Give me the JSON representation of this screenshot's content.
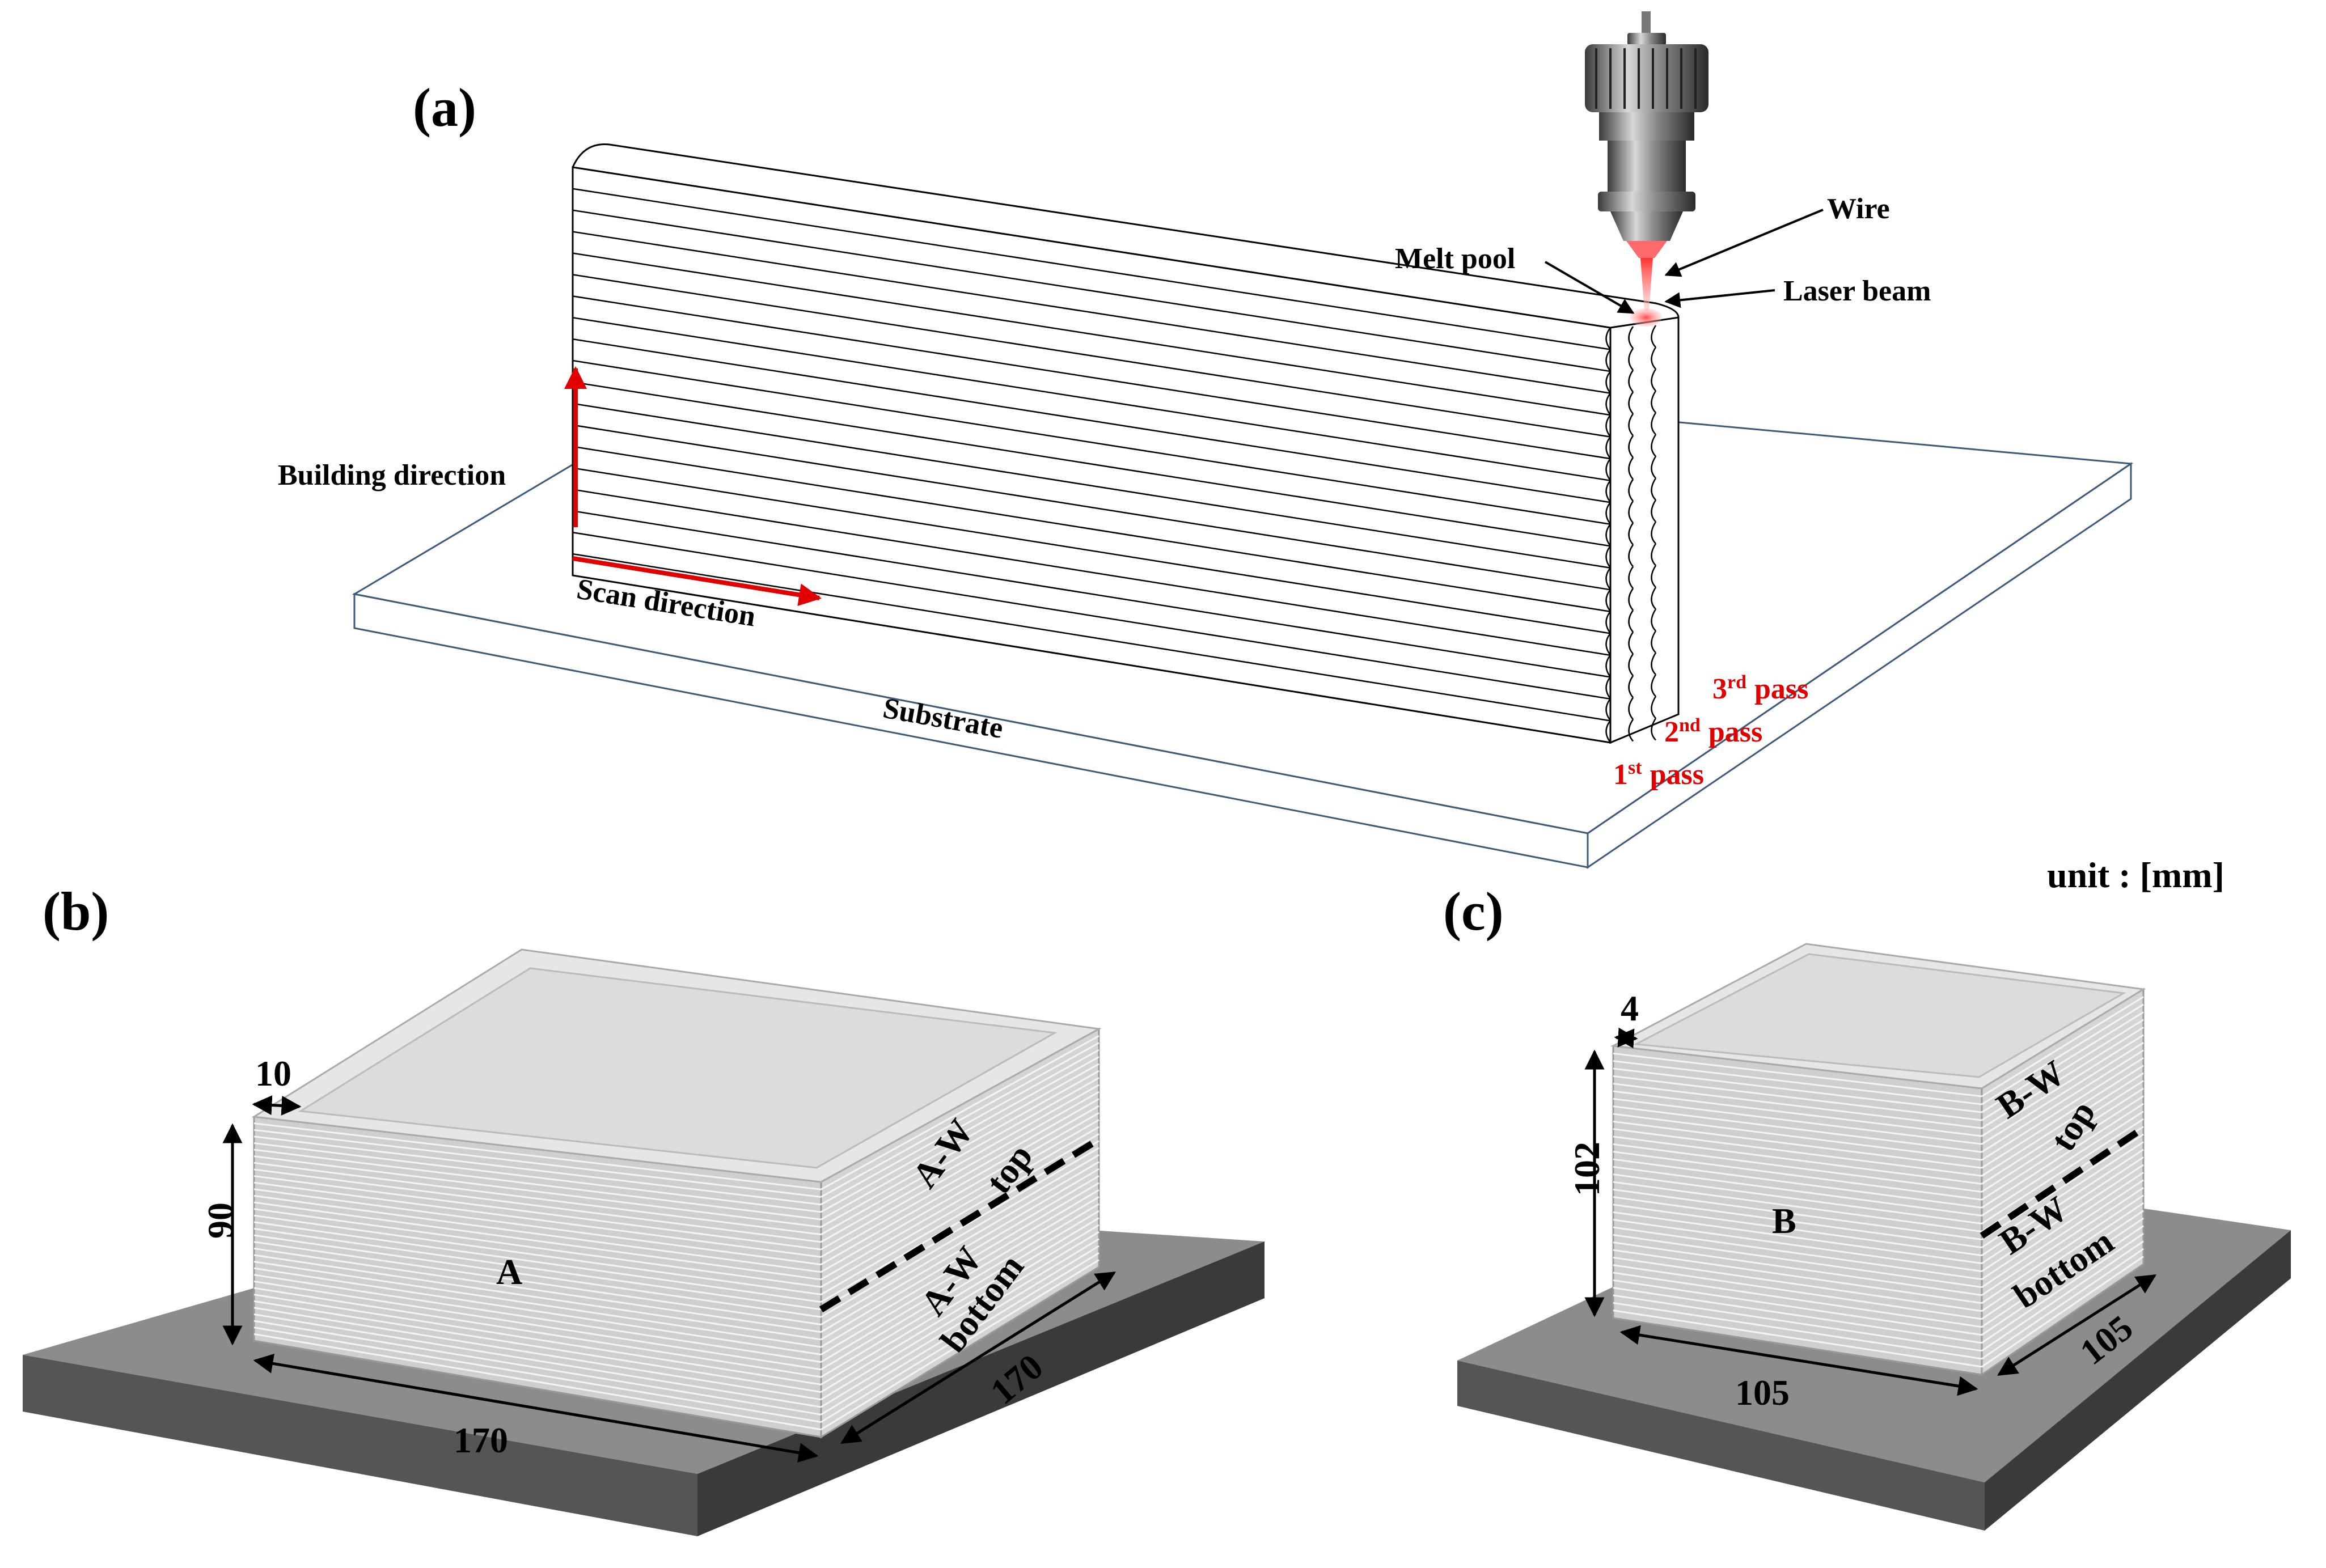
{
  "panel_a": {
    "label": "(a)",
    "wire": "Wire",
    "melt_pool": "Melt pool",
    "laser_beam": "Laser beam",
    "building_direction": "Building direction",
    "scan_direction": "Scan direction",
    "substrate": "Substrate",
    "passes": [
      {
        "num": "3",
        "sup": "rd",
        "word": "pass"
      },
      {
        "num": "2",
        "sup": "nd",
        "word": "pass"
      },
      {
        "num": "1",
        "sup": "st",
        "word": "pass"
      }
    ]
  },
  "panel_b": {
    "label": "(b)",
    "wall_thickness": "10",
    "height": "90",
    "length_front": "170",
    "length_side": "170",
    "face_label": "A",
    "top_tag": "A-W",
    "top_word": "top",
    "bottom_tag": "A-W",
    "bottom_word": "bottom"
  },
  "panel_c": {
    "label": "(c)",
    "wall_thickness": "4",
    "height": "102",
    "length_front": "105",
    "length_side": "105",
    "face_label": "B",
    "top_tag": "B-W",
    "top_word": "top",
    "bottom_tag": "B-W",
    "bottom_word": "bottom"
  },
  "unit": "unit : [mm]",
  "colors": {
    "annotation_red": "#e00000",
    "substrate_dark": "#5a5a5a",
    "wall_gray": "#c9c9c9"
  }
}
